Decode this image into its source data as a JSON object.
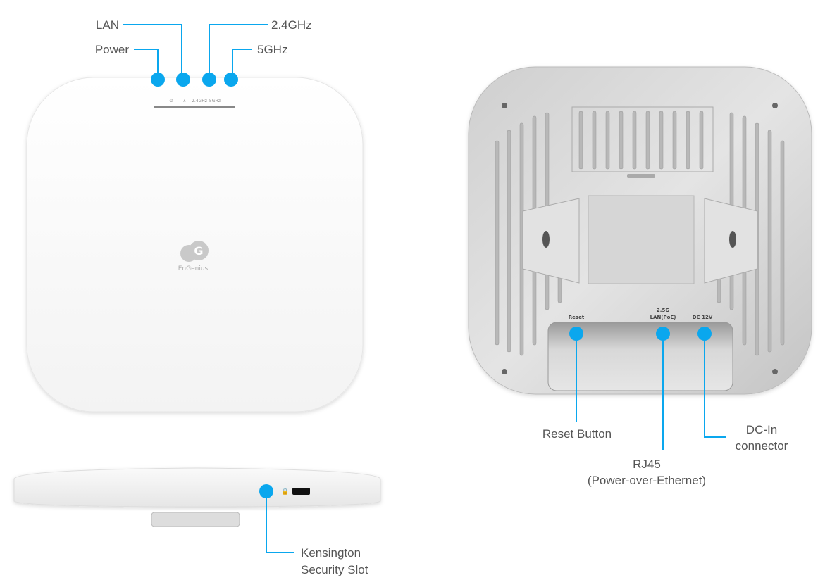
{
  "front_view": {
    "callouts": {
      "power": "Power",
      "lan": "LAN",
      "ghz24": "2.4GHz",
      "ghz5": "5GHz"
    },
    "led_labels": {
      "ghz24": "2.4GHz",
      "ghz5": "5GHz"
    },
    "logo_text": "EnGenius"
  },
  "back_view": {
    "port_labels": {
      "reset": "Reset",
      "lan_speed": "2.5G",
      "lan": "LAN(PoE)",
      "dc": "DC 12V"
    },
    "callouts": {
      "reset": "Reset Button",
      "rj45_line1": "RJ45",
      "rj45_line2": "(Power-over-Ethernet)",
      "dc_line1": "DC-In",
      "dc_line2": "connector"
    }
  },
  "side_view": {
    "callouts": {
      "kensington_line1": "Kensington",
      "kensington_line2": "Security Slot"
    }
  },
  "colors": {
    "accent": "#0aa7ee",
    "label": "#555555"
  }
}
